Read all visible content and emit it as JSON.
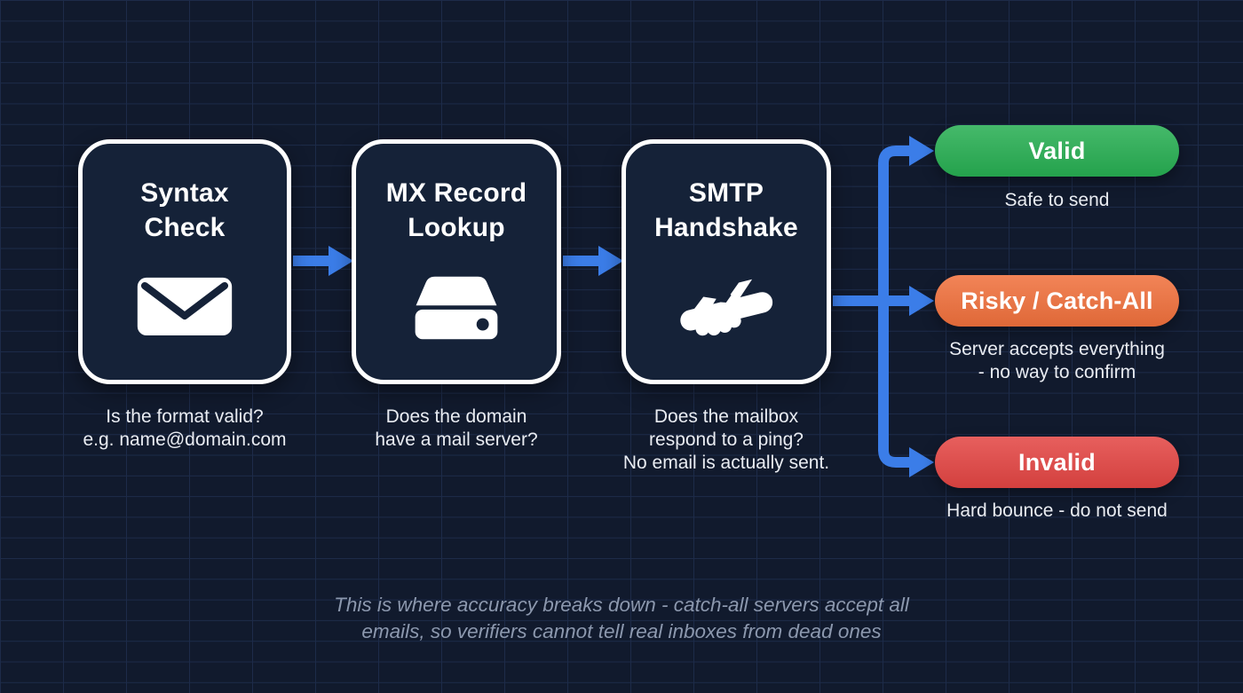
{
  "colors": {
    "background": "#111a2d",
    "grid_line": "#1d2b49",
    "box_fill": "#152238",
    "box_border": "#ffffff",
    "title_text": "#ffffff",
    "caption_text": "#e9ecf2",
    "arrow_blue": "#3b7de8",
    "footnote_text": "#8c98ae"
  },
  "steps": [
    {
      "title": "Syntax\nCheck",
      "icon": "envelope-icon",
      "caption": "Is the format valid?\ne.g. name@domain.com"
    },
    {
      "title": "MX Record\nLookup",
      "icon": "hard-drive-icon",
      "caption": "Does the domain\nhave a mail server?"
    },
    {
      "title": "SMTP\nHandshake",
      "icon": "handshake-icon",
      "caption": "Does the mailbox\nrespond to a ping?\nNo email is actually sent."
    }
  ],
  "outcomes": [
    {
      "label": "Valid",
      "color": "#27ae52",
      "caption": "Safe to send"
    },
    {
      "label": "Risky / Catch-All",
      "color": "#f0703c",
      "caption": "Server accepts everything\n- no way to confirm"
    },
    {
      "label": "Invalid",
      "color": "#e34543",
      "caption": "Hard bounce - do not send"
    }
  ],
  "footnote": {
    "text": "This is where accuracy breaks down - catch-all servers accept all\nemails, so verifiers cannot tell real inboxes from dead ones"
  }
}
